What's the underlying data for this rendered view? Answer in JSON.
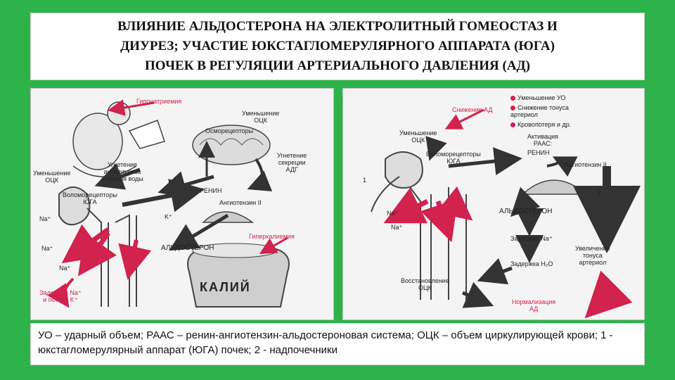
{
  "title": "ВЛИЯНИЕ АЛЬДОСТЕРОНА НА ЭЛЕКТРОЛИТНЫЙ ГОМЕОСТАЗ И\nДИУРЕЗ; УЧАСТИЕ ЮКСТАГЛОМЕРУЛЯРНОГО АППАРАТА (ЮГА)\nПОЧЕК В РЕГУЛЯЦИИ АРТЕРИАЛЬНОГО ДАВЛЕНИЯ (АД)",
  "left_panel": {
    "hyponatremia": "Гипонатриемия",
    "occ_decrease_top": "Уменьшение\nОЦК",
    "osmoreceptors": "Осморецепторы",
    "adh_suppression": "Угнетение\nсекреции\nАДГ",
    "antidiuresis": "Угнетение\nантидиуреза\nи потеря воды",
    "occ_decrease_left": "Уменьшение\nОЦК",
    "volume_receptors": "Воломорецепторы\nЮГА",
    "renin": "РЕНИН",
    "angiotensin": "Ангиотензин II",
    "k_plus": "K⁺",
    "na_plus_1": "Na⁺",
    "na_plus_2": "Na⁺",
    "na_plus_3": "Na⁺",
    "aldosterone": "АЛЬДОСТЕРОН",
    "hyperkalemia": "Гиперкалиемия",
    "potassium_bag": "КАЛИЙ",
    "retention": "Задержка Na⁺\nи потеря K⁺"
  },
  "right_panel": {
    "legend_items": [
      "Уменьшение УО",
      "Снижение тонуса\nартериол",
      "Кровопотеря и др."
    ],
    "bp_decrease": "Снижение АД",
    "occ_decrease": "Уменьшение\nОЦК",
    "volume_receptors": "Воломорецепторы\nЮГА",
    "raas_activation": "Активация\nРААС:",
    "renin": "РЕНИН",
    "angiotensin": "Ангиотензин II",
    "num_1": "1",
    "num_2": "2",
    "na_plus_1": "Na⁺",
    "na_plus_2": "Na⁺",
    "aldosterone": "АЛЬДОСТЕРОН",
    "na_retention": "Задержка Na⁺",
    "arteriole_tone": "Увеличение\nтонуса\nартериол",
    "water_retention": "Задержка H₂O",
    "occ_restore": "Восстановление\nОЦК",
    "bp_normalization": "Нормализация\nАД"
  },
  "legend": "УО – ударный объем; РААС – ренин-ангиотензин-альдостероновая система; ОЦК – объем циркулирующей крови; 1 - юкстагломерулярный аппарат (ЮГА) почек; 2 - надпочечники",
  "colors": {
    "background": "#2db34a",
    "accent": "#d2224e",
    "arrow_dark": "#333333"
  }
}
